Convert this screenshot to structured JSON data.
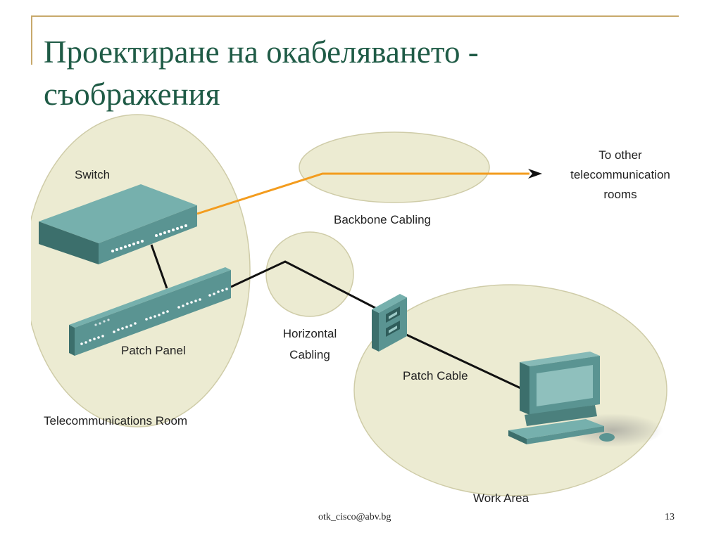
{
  "slide": {
    "title_line1": "Проектиране на окабеляването -",
    "title_line2": "съображения",
    "footer_email": "otk_cisco@abv.bg",
    "page_number": "13"
  },
  "diagram": {
    "labels": {
      "switch": "Switch",
      "patch_panel": "Patch Panel",
      "telecom_room": "Telecommunications Room",
      "backbone_cabling": "Backbone Cabling",
      "to_other_line1": "To other",
      "to_other_line2": "telecommunication",
      "to_other_line3": "rooms",
      "horizontal_line1": "Horizontal",
      "horizontal_line2": "Cabling",
      "patch_cable": "Patch Cable",
      "work_area": "Work Area"
    },
    "colors": {
      "zone_fill": "#ecebd2",
      "zone_stroke": "#cfcca8",
      "backbone_cable": "#f39c1e",
      "horizontal_cable": "#111111",
      "device": "#5a9492",
      "title_text": "#1f5b46",
      "accent_line": "#c8a96b"
    }
  }
}
